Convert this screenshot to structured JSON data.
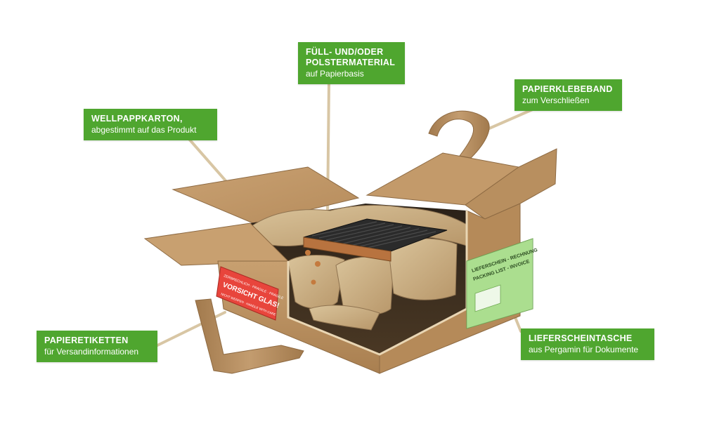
{
  "labels": {
    "wellpappkarton": {
      "title": "WELLPAPPKARTON,",
      "subtitle": "abgestimmt auf das Produkt"
    },
    "fuellmaterial": {
      "title_line1": "FÜLL- UND/ODER",
      "title_line2": "POLSTERMATERIAL",
      "subtitle": "auf Papierbasis"
    },
    "papierklebeband": {
      "title": "PAPIERKLEBEBAND",
      "subtitle": "zum Verschließen"
    },
    "papieretiketten": {
      "title": "PAPIERETIKETTEN",
      "subtitle": "für Versandinformationen"
    },
    "lieferscheintasche": {
      "title": "LIEFERSCHEINTASCHE",
      "subtitle": "aus Pergamin für Dokumente"
    }
  },
  "warning_label": {
    "top_text": "ZERBRECHLICH · FRAGILE · FRAGILE",
    "main_text": "VORSICHT GLAS!",
    "bottom_text": "NICHT WERFEN · HANDLE WITH CARE"
  },
  "pouch": {
    "line1": "LIEFERSCHEIN - RECHNUNG",
    "line2": "PACKING LIST - INVOICE"
  },
  "colors": {
    "label_green": "#4fa62f",
    "cardboard": "#c49a6c",
    "cardboard_dark": "#9c7448",
    "connector": "#d8c6a4",
    "fragile_red": "#e8453c",
    "pouch_green": "#8fd36a"
  }
}
